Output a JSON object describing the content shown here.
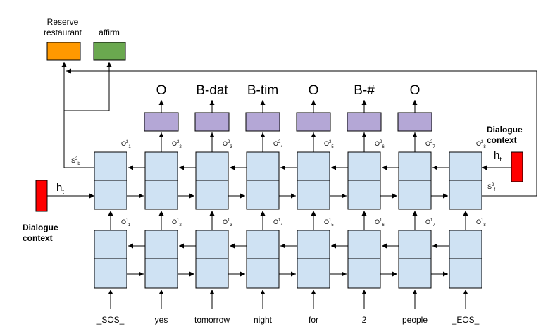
{
  "words": [
    "_SOS_",
    "yes",
    "tomorrow",
    "night",
    "for",
    "2",
    "people",
    "_EOS_"
  ],
  "tags": [
    "O",
    "B-dat",
    "B-tim",
    "O",
    "B-#",
    "O"
  ],
  "intents": [
    {
      "label": "Reserve\nrestaurant",
      "color": "#ff9900"
    },
    {
      "label": "affirm",
      "color": "#6aa84f"
    }
  ],
  "context": {
    "left_label": "Dialogue\ncontext",
    "right_label": "Dialogue\ncontext",
    "h": "h",
    "h_sub": "t",
    "color": "#ff0000"
  },
  "states": {
    "s_b": {
      "base": "S",
      "sup": "2",
      "sub": "b"
    },
    "s_f": {
      "base": "S",
      "sup": "2",
      "sub": "f"
    }
  },
  "outputs": {
    "base": "O",
    "layer1_sup": "1",
    "layer2_sup": "2",
    "indices": [
      "1",
      "2",
      "3",
      "4",
      "5",
      "6",
      "7",
      "8"
    ]
  },
  "colors": {
    "cell": "#cfe2f3",
    "tagbox": "#b4a7d6"
  }
}
